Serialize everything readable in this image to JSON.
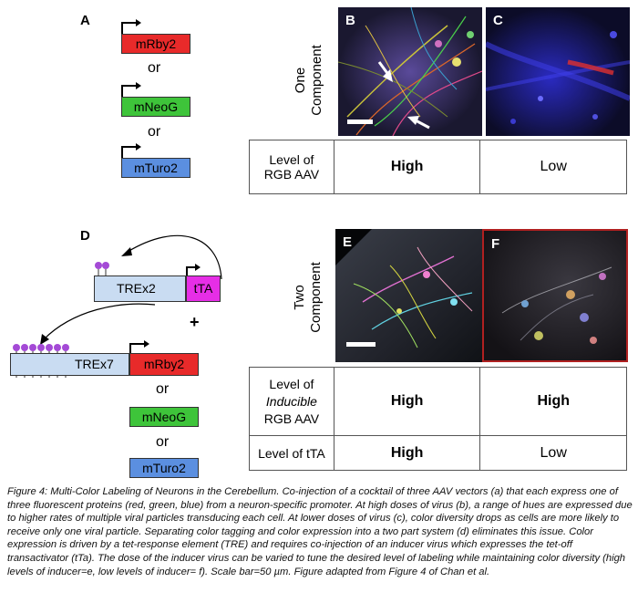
{
  "panel_a": {
    "letter": "A",
    "genes": [
      {
        "label": "mRby2",
        "color": "#e82a2a"
      },
      {
        "label": "mNeoG",
        "color": "#3ec43a"
      },
      {
        "label": "mTuro2",
        "color": "#5b8fe0"
      }
    ],
    "or_1": "or",
    "or_2": "or"
  },
  "panel_d": {
    "letter": "D",
    "construct_1": {
      "element": "TREx2",
      "gene": "tTA",
      "gene_color": "#e62ee6",
      "element_color": "#c9dcf2"
    },
    "plus": "+",
    "construct_2": {
      "element": "TREx7",
      "gene": "mRby2",
      "gene_color": "#e82a2a",
      "element_color": "#c9dcf2"
    },
    "genes": [
      {
        "label": "mNeoG",
        "color": "#3ec43a"
      },
      {
        "label": "mTuro2",
        "color": "#5b8fe0"
      }
    ],
    "or_1": "or",
    "or_2": "or"
  },
  "one_component": {
    "label_line1": "One",
    "label_line2": "Component",
    "image_b_letter": "B",
    "image_c_letter": "C",
    "table": {
      "row_label_line1": "Level of",
      "row_label_line2": "RGB AAV",
      "value_b": "High",
      "value_c": "Low"
    }
  },
  "two_component": {
    "label_line1": "Two",
    "label_line2": "Component",
    "image_e_letter": "E",
    "image_f_letter": "F",
    "highlight_color": "#b02020",
    "table": {
      "row1_label_line1": "Level of",
      "row1_label_line2": "Inducible",
      "row1_label_line3": "RGB AAV",
      "row1_value_e": "High",
      "row1_value_f": "High",
      "row2_label": "Level of tTA",
      "row2_value_e": "High",
      "row2_value_f": "Low"
    }
  },
  "caption": "Figure 4: Multi-Color Labeling of Neurons in the Cerebellum. Co-injection of a cocktail of three AAV vectors (a) that each express one of three fluorescent proteins (red, green, blue) from a neuron-specific promoter. At high doses of virus (b), a range of hues are expressed due to higher rates of multiple viral particles transducing each cell. At lower doses of virus (c), color diversity drops as cells are more likely to receive only one viral particle. Separating color tagging and color expression into a two part system (d) eliminates this issue. Color expression is driven by a tet-response element (TRE) and requires co-injection of an inducer virus which expresses the tet-off transactivator (tTa). The dose of the inducer virus can be varied to tune the desired level of labeling while maintaining color diversity (high levels of inducer=e, low levels of inducer= f). Scale bar=50 µm. Figure adapted from Figure 4 of Chan et al."
}
